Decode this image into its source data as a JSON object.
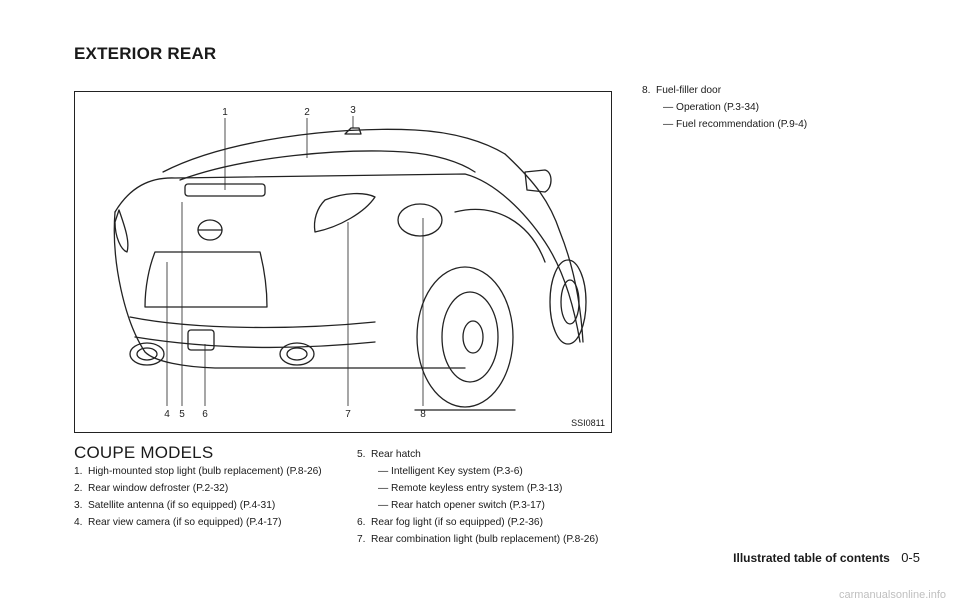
{
  "page_title": "EXTERIOR REAR",
  "figure": {
    "code": "SSI0811",
    "callouts": [
      "1",
      "2",
      "3",
      "4",
      "5",
      "6",
      "7",
      "8"
    ]
  },
  "section_heading": "COUPE MODELS",
  "list_left": [
    {
      "num": "1.",
      "text": "High-mounted stop light (bulb replacement) (P.8-26)"
    },
    {
      "num": "2.",
      "text": "Rear window defroster (P.2-32)"
    },
    {
      "num": "3.",
      "text": "Satellite antenna (if so equipped) (P.4-31)"
    },
    {
      "num": "4.",
      "text": "Rear view camera (if so equipped) (P.4-17)"
    }
  ],
  "list_mid": [
    {
      "num": "5.",
      "text": "Rear hatch",
      "subs": [
        "— Intelligent Key system (P.3-6)",
        "— Remote keyless entry system (P.3-13)",
        "— Rear hatch opener switch (P.3-17)"
      ]
    },
    {
      "num": "6.",
      "text": "Rear fog light (if so equipped) (P.2-36)"
    },
    {
      "num": "7.",
      "text": "Rear combination light (bulb replacement) (P.8-26)"
    }
  ],
  "list_right": [
    {
      "num": "8.",
      "text": "Fuel-filler door",
      "subs": [
        "— Operation (P.3-34)",
        "— Fuel recommendation (P.9-4)"
      ]
    }
  ],
  "footer": {
    "label": "Illustrated table of contents",
    "page": "0-5"
  },
  "watermark": "carmanualsonline.info"
}
